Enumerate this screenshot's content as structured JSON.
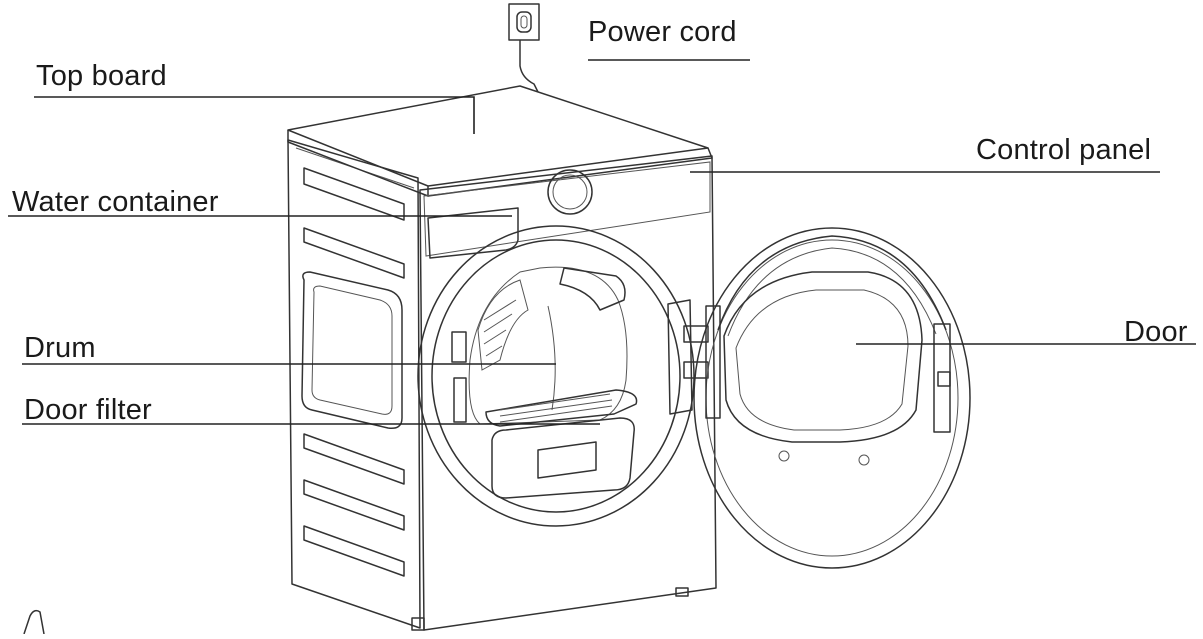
{
  "labels": {
    "power_cord": "Power cord",
    "top_board": "Top  board",
    "control_panel": "Control panel",
    "water_container": "Water container",
    "drum": "Drum",
    "door": "Door",
    "door_filter": "Door filter"
  },
  "colors": {
    "line": "#222222",
    "drawing": "#333333",
    "background": "#ffffff"
  }
}
